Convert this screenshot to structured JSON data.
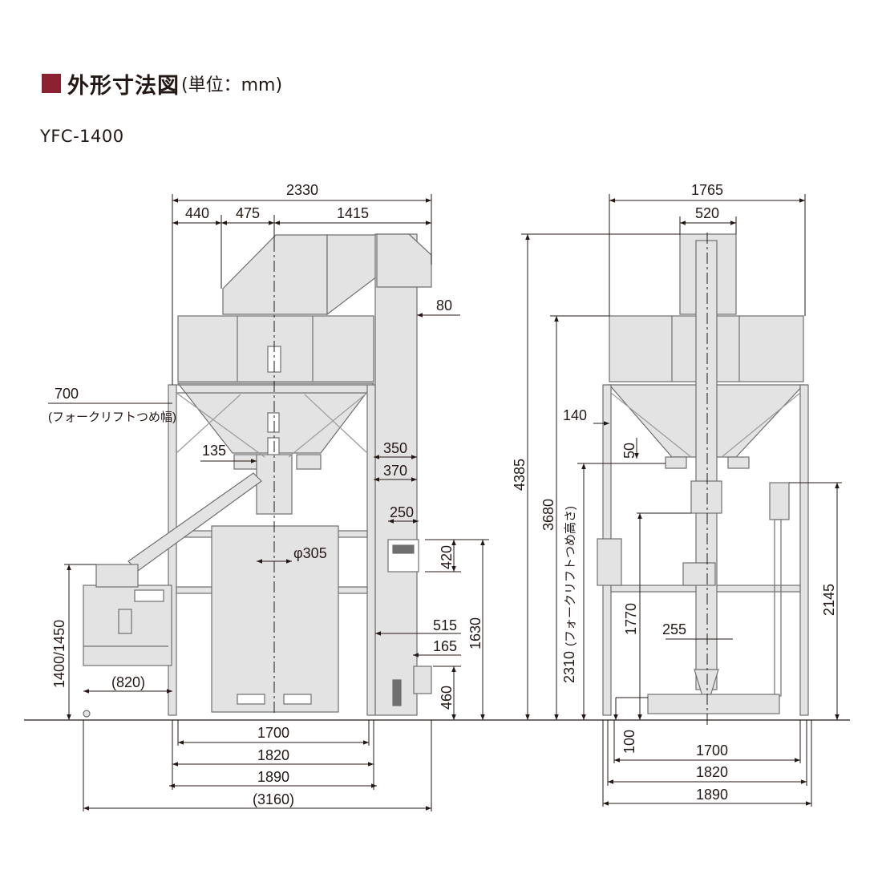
{
  "header": {
    "title_main": "外形寸法図",
    "title_unit": "(単位：mm)",
    "model": "YFC-1400"
  },
  "colors": {
    "title_marker": "#8b2232",
    "machine_fill": "#e3e3e3",
    "machine_line": "#6f6f6f",
    "dimension_line": "#231815"
  },
  "front_view": {
    "dimensions": {
      "overall_width": "2330",
      "w440": "440",
      "w475": "475",
      "w1415": "1415",
      "d80": "80",
      "forklift_width": "700",
      "forklift_width_label": "(フォークリフトつめ幅)",
      "d135": "135",
      "d350": "350",
      "d370": "370",
      "d250": "250",
      "phi305": "φ305",
      "h420": "420",
      "h1630": "1630",
      "d515": "515",
      "d165": "165",
      "h460": "460",
      "h1400_1450": "1400/1450",
      "d820": "(820)",
      "b1700": "1700",
      "b1820": "1820",
      "b1890": "1890",
      "b3160": "(3160)"
    }
  },
  "side_view": {
    "dimensions": {
      "overall_width": "1765",
      "w520": "520",
      "h4385": "4385",
      "h3680": "3680",
      "h2310": "2310",
      "forklift_height_label": "(フォークリフトつめ高さ)",
      "d140": "140",
      "d50": "50",
      "h1770": "1770",
      "d255": "255",
      "h2145": "2145",
      "h100": "100",
      "b1700": "1700",
      "b1820": "1820",
      "b1890": "1890"
    }
  }
}
